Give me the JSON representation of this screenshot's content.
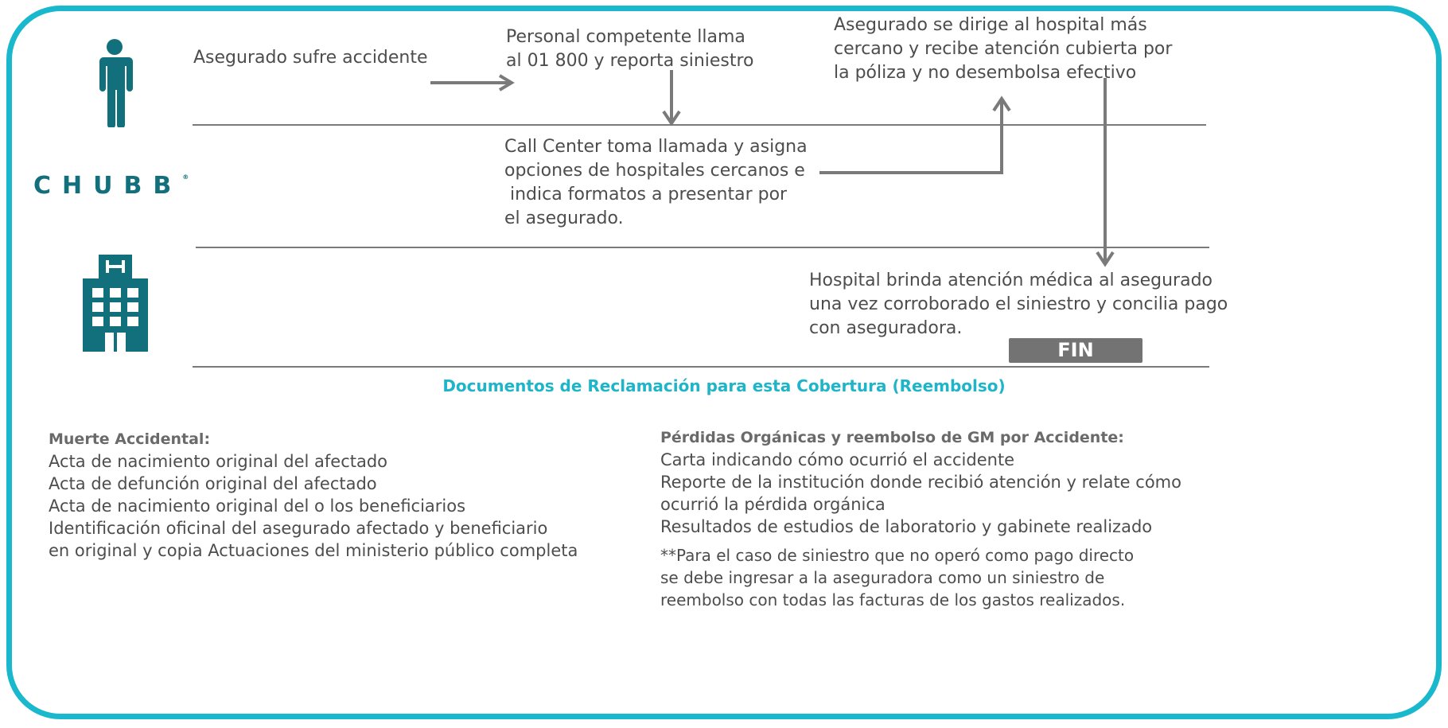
{
  "colors": {
    "frame": "#19b8cc",
    "icon": "#12707d",
    "title": "#1fb5c9",
    "arrow": "#7a7a7a"
  },
  "icons": {
    "person": "person-icon",
    "hospital": "hospital-building-icon",
    "logo": "chubb-logo"
  },
  "logo": {
    "text": "CHUBB",
    "mark": "®"
  },
  "flow": {
    "step1": "Asegurado sufre accidente",
    "step2": [
      "Personal competente llama",
      "al 01 800 y reporta siniestro"
    ],
    "step3": [
      "Asegurado se dirige al hospital más",
      "cercano y recibe atención cubierta por",
      "la póliza y no desembolsa efectivo"
    ],
    "step4": [
      "Call Center toma llamada y asigna",
      "opciones de hospitales cercanos e",
      " indica formatos a presentar por",
      "el asegurado."
    ],
    "step5": [
      "Hospital brinda atención médica al asegurado",
      "una vez corroborado el siniestro y concilia pago",
      "con aseguradora."
    ],
    "end": "FIN"
  },
  "documents_title": "Documentos de Reclamación para esta Cobertura (Reembolso)",
  "muerte": {
    "heading": "Muerte Accidental:",
    "items": [
      "Acta de nacimiento original del afectado",
      "Acta de defunción original del afectado",
      "Acta de nacimiento original del o los beneficiarios",
      "Identificación oficinal del asegurado afectado y beneficiario",
      "en original y copia Actuaciones del ministerio público completa"
    ]
  },
  "perdidas": {
    "heading": "Pérdidas Orgánicas y reembolso de GM por Accidente:",
    "items": [
      "Carta indicando cómo ocurrió el accidente",
      "Reporte de la institución donde recibió atención y relate cómo",
      "ocurrió la pérdida orgánica",
      "Resultados de estudios de laboratorio y gabinete realizado"
    ]
  },
  "note": [
    "**Para el caso de siniestro que no operó como pago directo",
    "se debe ingresar a la aseguradora como un siniestro de",
    "reembolso con todas las facturas de los gastos realizados."
  ]
}
